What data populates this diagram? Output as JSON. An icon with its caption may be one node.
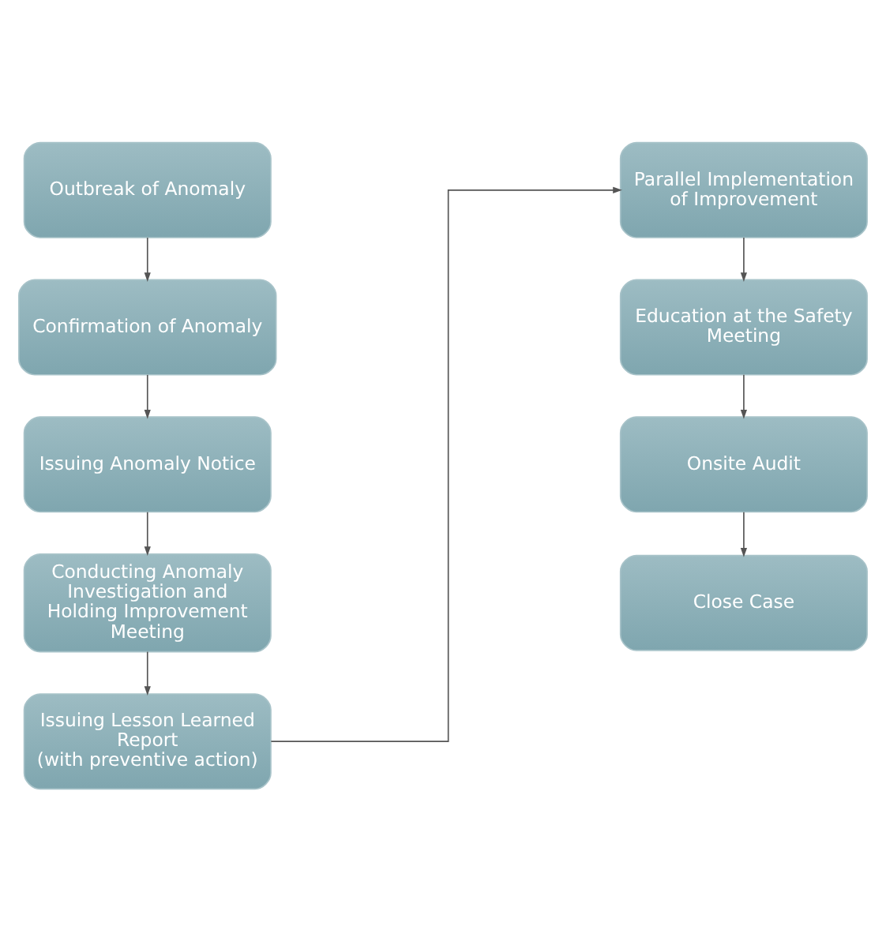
{
  "diagram": {
    "nodes": [
      {
        "text": [
          "Outbreak of Anomaly"
        ]
      },
      {
        "text": [
          "Confirmation of Anomaly"
        ]
      },
      {
        "text": [
          "Issuing Anomaly Notice"
        ]
      },
      {
        "text": [
          "Conducting Anomaly Investigation and Holding Improvement Meeting"
        ]
      },
      {
        "text": [
          "Issuing Lesson Learned Report",
          "(with preventive action)"
        ]
      },
      {
        "text": [
          "Parallel Implementation of Improvement"
        ]
      },
      {
        "text": [
          "Education at the Safety Meeting"
        ]
      },
      {
        "text": [
          "Onsite Audit"
        ]
      },
      {
        "text": [
          "Close Case"
        ]
      }
    ],
    "edges": [
      {
        "from": 0,
        "to": 1,
        "arrow": "to"
      },
      {
        "from": 1,
        "to": 2,
        "arrow": "to"
      },
      {
        "from": 2,
        "to": 3,
        "arrow": "to"
      },
      {
        "from": 3,
        "to": 4,
        "arrow": "to"
      },
      {
        "from": 4,
        "to": 5,
        "arrow": "to"
      },
      {
        "from": 5,
        "to": 6,
        "arrow": "to"
      },
      {
        "from": 6,
        "to": 7,
        "arrow": "to"
      },
      {
        "from": 7,
        "to": 8,
        "arrow": "to"
      }
    ]
  }
}
